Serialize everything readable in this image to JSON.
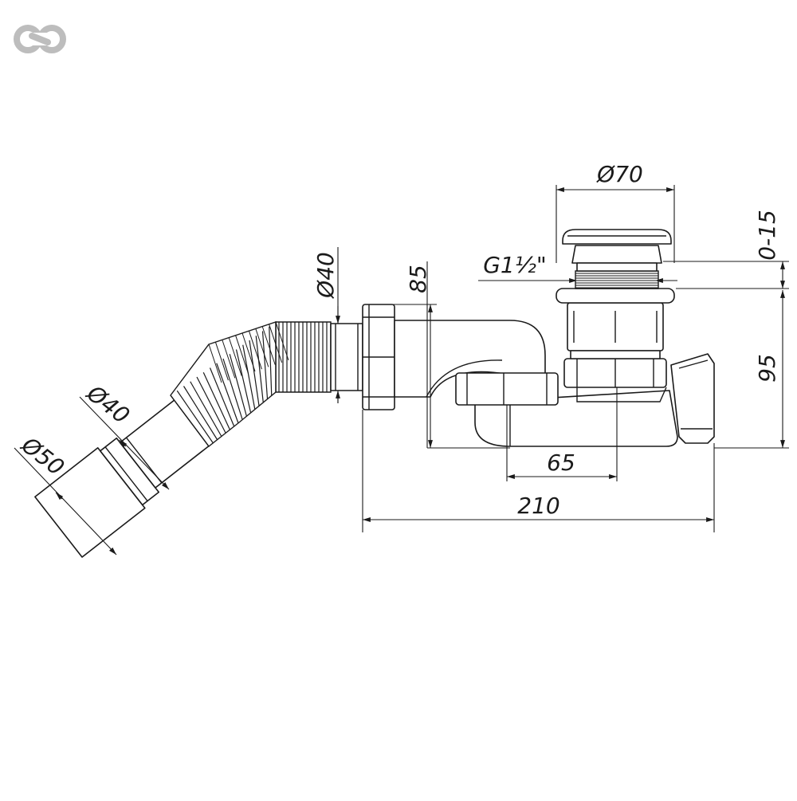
{
  "colors": {
    "line": "#1a1a1a",
    "logo": "#bdbdbd",
    "background": "#ffffff"
  },
  "logo": {
    "icon": "chain-link-icon"
  },
  "dimensions": {
    "d70": "Ø70",
    "thread": "G1½\"",
    "stroke_range": "0-15",
    "d40_inlet": "Ø40",
    "height_85": "85",
    "height_95": "95",
    "d40_outlet": "Ø40",
    "d50_outlet": "Ø50",
    "dist_65": "65",
    "length_210": "210"
  }
}
